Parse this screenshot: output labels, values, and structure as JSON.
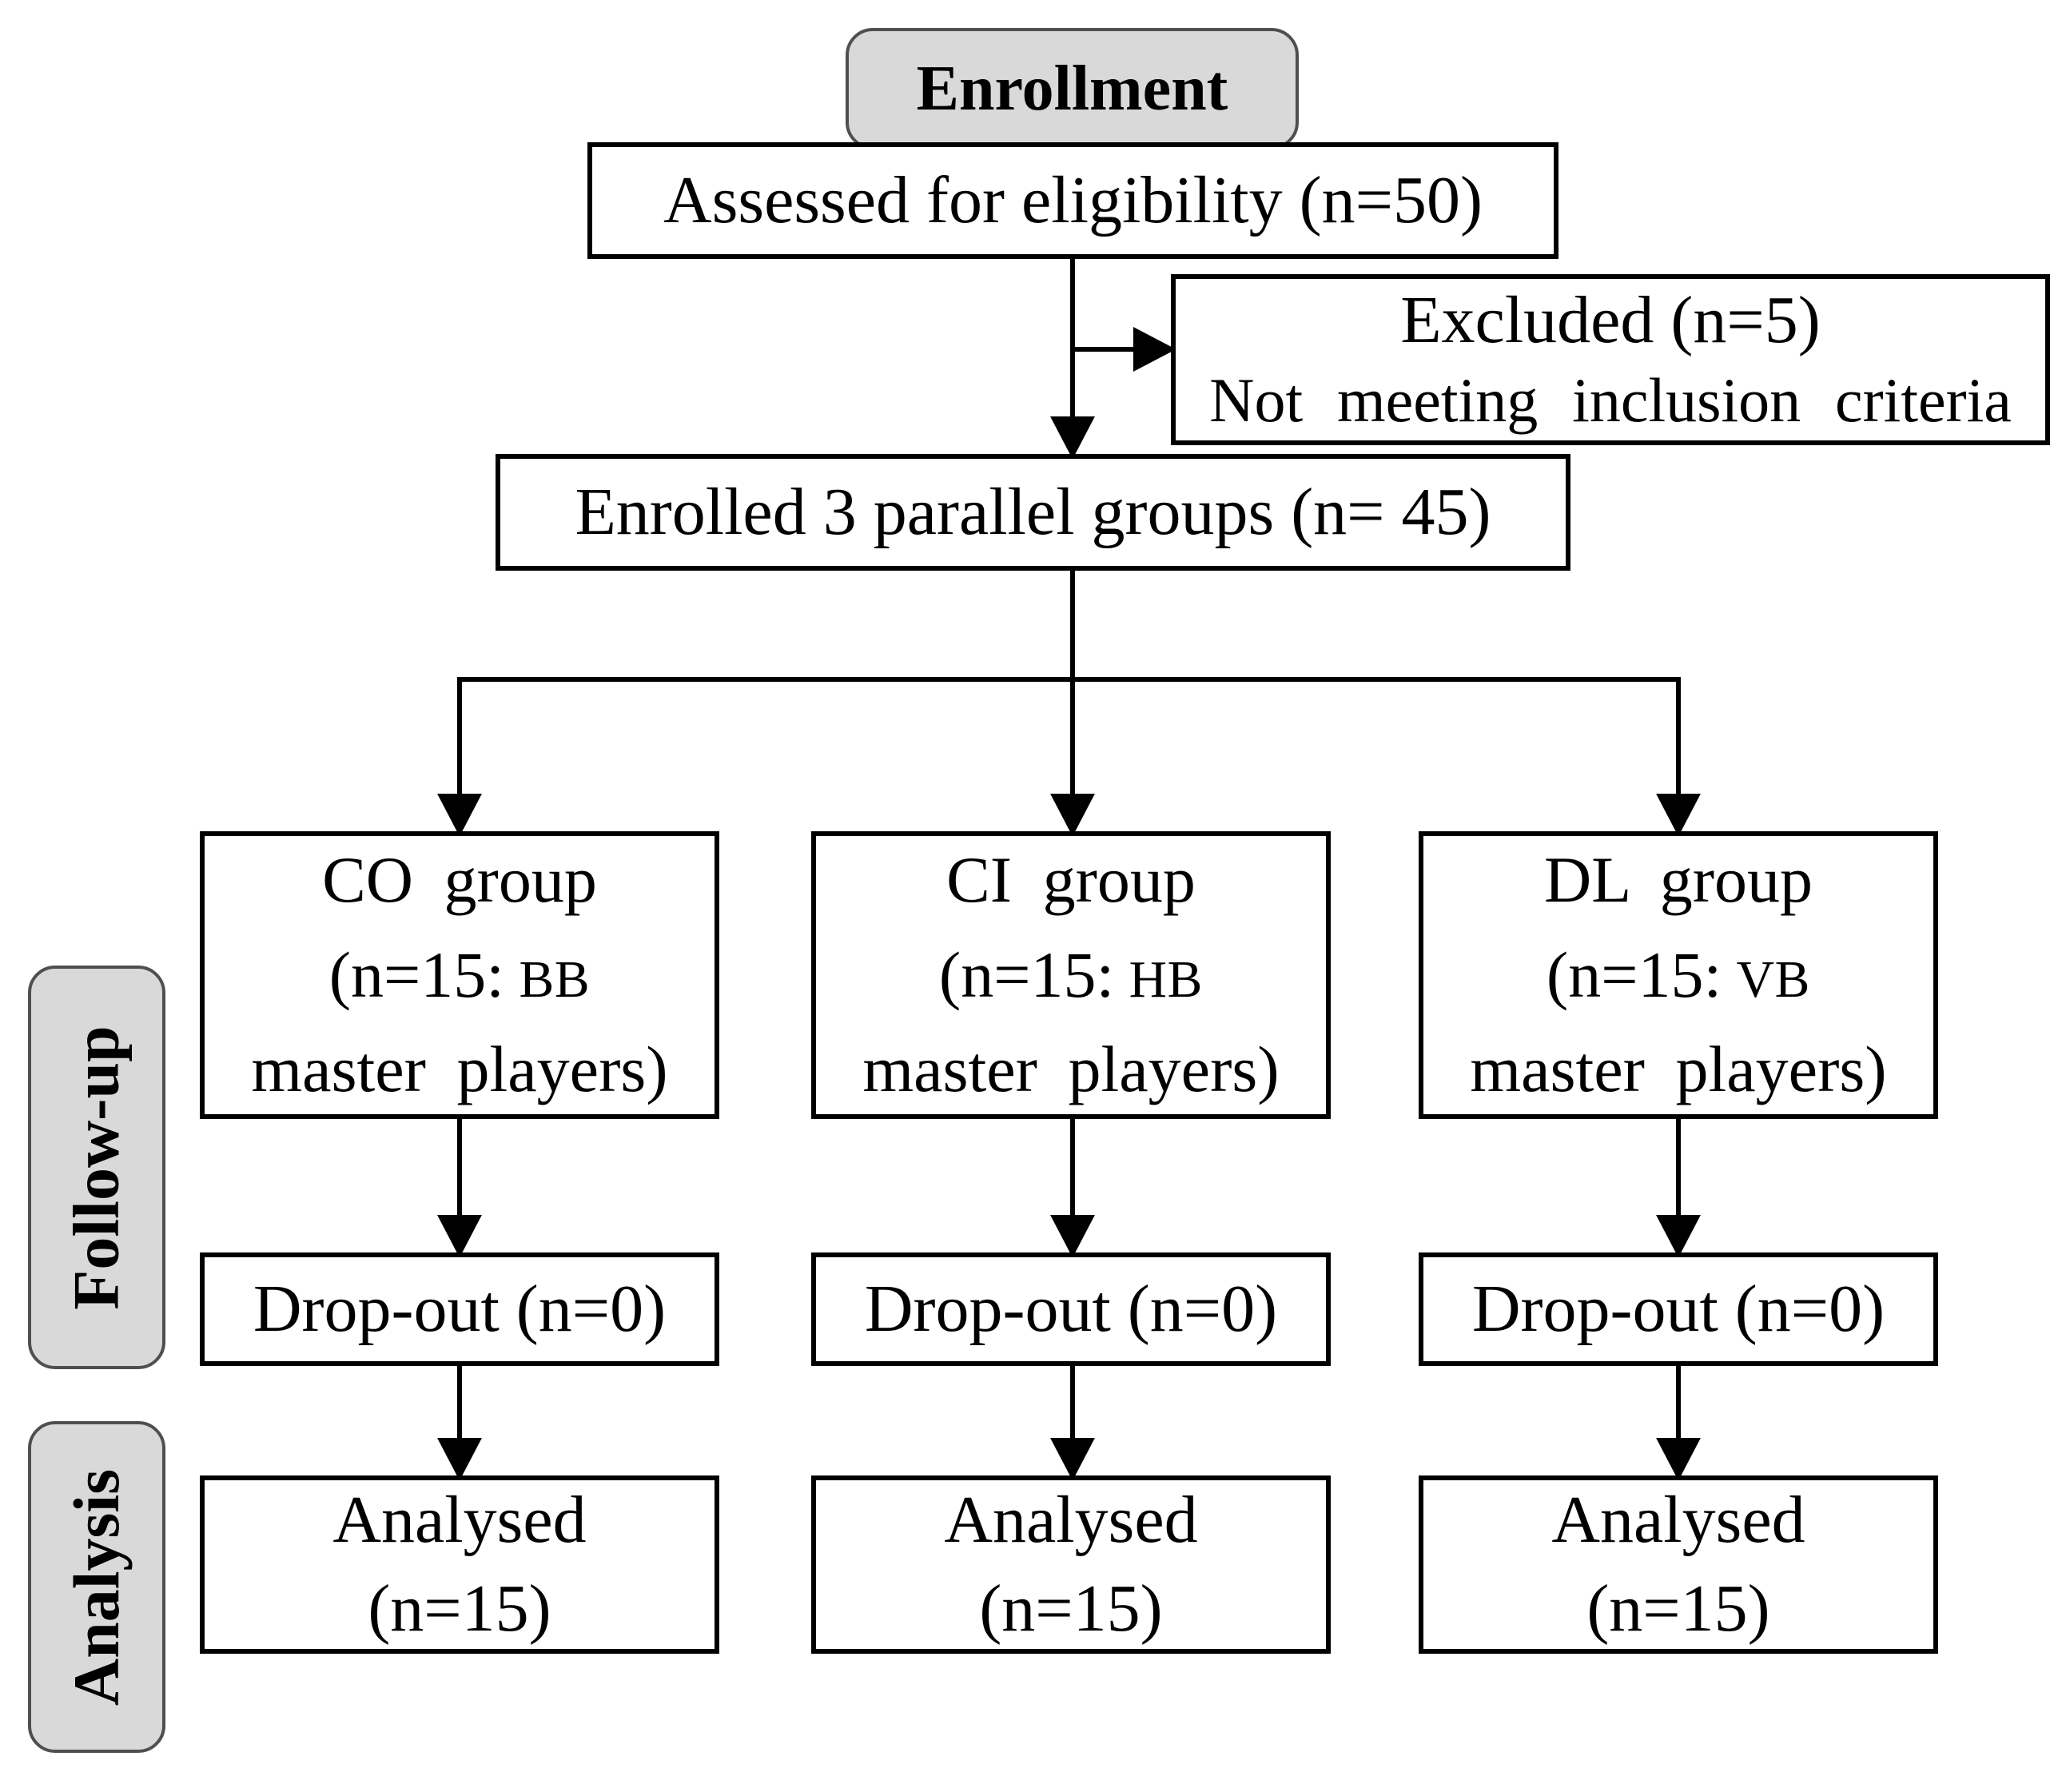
{
  "stages": {
    "enrollment": "Enrollment",
    "followup": "Follow-up",
    "analysis": "Analysis"
  },
  "flow": {
    "assessed": "Assessed for eligibility (n=50)",
    "excluded_line1": "Excluded (n=5)",
    "excluded_line2": "Not meeting inclusion criteria",
    "enrolled": "Enrolled 3 parallel groups (n= 45)"
  },
  "groups": [
    {
      "name": "CO group",
      "n_prefix": "(n=15:",
      "abbr": "BB",
      "suffix": "master players)",
      "dropout": "Drop-out (n=0)",
      "analysed_line1": "Analysed",
      "analysed_line2": "(n=15)"
    },
    {
      "name": "CI group",
      "n_prefix": "(n=15:",
      "abbr": "HB",
      "suffix": "master players)",
      "dropout": "Drop-out (n=0)",
      "analysed_line1": "Analysed",
      "analysed_line2": "(n=15)"
    },
    {
      "name": "DL group",
      "n_prefix": "(n=15:",
      "abbr": "VB",
      "suffix": "master players)",
      "dropout": "Drop-out (n=0)",
      "analysed_line1": "Analysed",
      "analysed_line2": "(n=15)"
    }
  ],
  "colors": {
    "stage_fill": "#d9d9d9",
    "stage_border": "#4f4f4f",
    "box_border": "#000000",
    "line": "#000000",
    "text": "#000000",
    "background": "#ffffff"
  }
}
